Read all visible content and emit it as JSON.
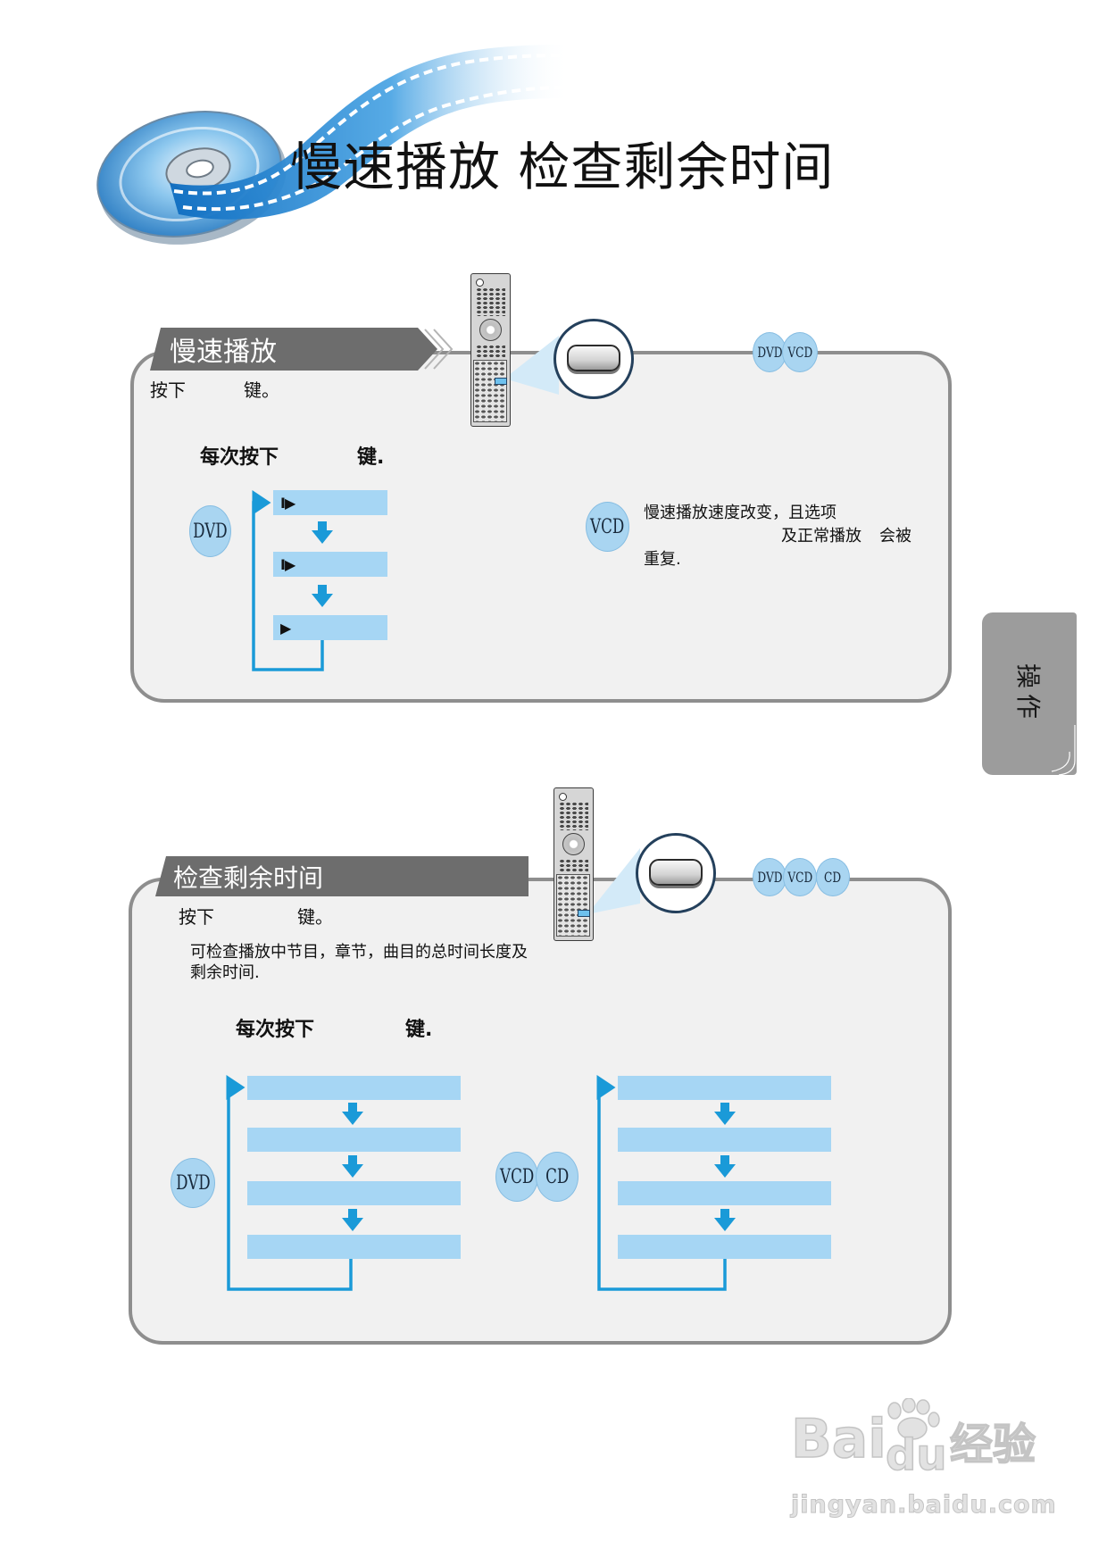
{
  "title": "慢速播放 检查剩余时间",
  "colors": {
    "accent": "#1a9ad8",
    "step_bar": "#a6d6f4",
    "badge": "#a9d5f1",
    "panel_bg": "#f1f1f1",
    "panel_border": "#8e8e8e",
    "header_tab": "#6d6d6d",
    "side_tab": "#9c9c9c"
  },
  "icons": {
    "logo": "disc-film-logo",
    "remote": "remote-control-icon",
    "zoom": "magnified-button-icon",
    "step_arrow": "down-arrow-icon",
    "loop": "loop-back-arrow"
  },
  "slow_play": {
    "header": "慢速播放",
    "press_prefix": "按下",
    "press_suffix": "键。",
    "each_prefix": "每次按下",
    "each_suffix": "键.",
    "disc_types": [
      "DVD",
      "VCD"
    ],
    "dvd_label": "DVD",
    "dvd_steps": [
      {
        "symbol": "I▶",
        "icon": "slow-forward-icon"
      },
      {
        "symbol": "I▶",
        "icon": "slow-forward-icon"
      },
      {
        "symbol": "▶",
        "icon": "play-icon"
      }
    ],
    "vcd_label": "VCD",
    "vcd_note": {
      "line1": "慢速播放速度改变，且选项",
      "line2a": "及正常播放",
      "line2b": "会被",
      "line3": "重复."
    }
  },
  "remaining_time": {
    "header": "检查剩余时间",
    "press_prefix": "按下",
    "press_suffix": "键。",
    "description": [
      "可检查播放中节目，章节，曲目的总时间长度及",
      "剩余时间."
    ],
    "each_prefix": "每次按下",
    "each_suffix": "键.",
    "disc_types": [
      "DVD",
      "VCD",
      "CD"
    ],
    "dvd_label": "DVD",
    "vcd_cd_labels": [
      "VCD",
      "CD"
    ]
  },
  "side_tab": "操作",
  "watermark": {
    "brand_left": "Bai",
    "brand_right": "du",
    "product": "经验",
    "url": "jingyan.baidu.com"
  }
}
